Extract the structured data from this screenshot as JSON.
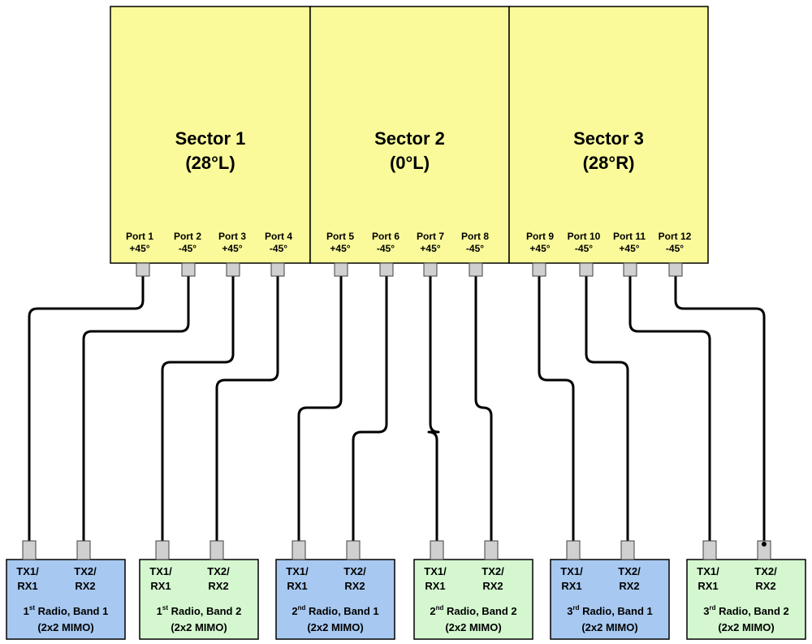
{
  "colors": {
    "sector_fill": "#fafa9a",
    "radio_band1_fill": "#a7c8f0",
    "radio_band2_fill": "#d4f7d0",
    "connector_fill": "#d0d0d0",
    "cable": "#000000"
  },
  "sectors": [
    {
      "name": "Sector 1",
      "angle": "(28°L)"
    },
    {
      "name": "Sector 2",
      "angle": "(0°L)"
    },
    {
      "name": "Sector 3",
      "angle": "(28°R)"
    }
  ],
  "ports": [
    {
      "label": "Port 1",
      "pol": "+45°"
    },
    {
      "label": "Port 2",
      "pol": "-45°"
    },
    {
      "label": "Port 3",
      "pol": "+45°"
    },
    {
      "label": "Port 4",
      "pol": "-45°"
    },
    {
      "label": "Port 5",
      "pol": "+45°"
    },
    {
      "label": "Port 6",
      "pol": "-45°"
    },
    {
      "label": "Port 7",
      "pol": "+45°"
    },
    {
      "label": "Port 8",
      "pol": "-45°"
    },
    {
      "label": "Port 9",
      "pol": "+45°"
    },
    {
      "label": "Port 10",
      "pol": "-45°"
    },
    {
      "label": "Port 11",
      "pol": "+45°"
    },
    {
      "label": "Port 12",
      "pol": "-45°"
    }
  ],
  "radios": [
    {
      "p1a": "TX1/",
      "p1b": "RX1",
      "p2a": "TX2/",
      "p2b": "RX2",
      "ord": "1",
      "ordsup": "st",
      "rest": " Radio, Band 1",
      "mimo": "(2x2 MIMO)",
      "band": 1
    },
    {
      "p1a": "TX1/",
      "p1b": "RX1",
      "p2a": "TX2/",
      "p2b": "RX2",
      "ord": "1",
      "ordsup": "st",
      "rest": " Radio, Band 2",
      "mimo": "(2x2 MIMO)",
      "band": 2
    },
    {
      "p1a": "TX1/",
      "p1b": "RX1",
      "p2a": "TX2/",
      "p2b": "RX2",
      "ord": "2",
      "ordsup": "nd",
      "rest": " Radio, Band 1",
      "mimo": "(2x2 MIMO)",
      "band": 1
    },
    {
      "p1a": "TX1/",
      "p1b": "RX1",
      "p2a": "TX2/",
      "p2b": "RX2",
      "ord": "2",
      "ordsup": "nd",
      "rest": " Radio, Band 2",
      "mimo": "(2x2 MIMO)",
      "band": 2
    },
    {
      "p1a": "TX1/",
      "p1b": "RX1",
      "p2a": "TX2/",
      "p2b": "RX2",
      "ord": "3",
      "ordsup": "rd",
      "rest": " Radio, Band 1",
      "mimo": "(2x2 MIMO)",
      "band": 1
    },
    {
      "p1a": "TX1/",
      "p1b": "RX1",
      "p2a": "TX2/",
      "p2b": "RX2",
      "ord": "3",
      "ordsup": "rd",
      "rest": " Radio, Band 2",
      "mimo": "(2x2 MIMO)",
      "band": 2
    }
  ],
  "connections": [
    {
      "port": "Port 1",
      "radio": 1,
      "radio_port": "TX1/RX1"
    },
    {
      "port": "Port 2",
      "radio": 1,
      "radio_port": "TX2/RX2"
    },
    {
      "port": "Port 3",
      "radio": 2,
      "radio_port": "TX1/RX1"
    },
    {
      "port": "Port 4",
      "radio": 2,
      "radio_port": "TX2/RX2"
    },
    {
      "port": "Port 5",
      "radio": 3,
      "radio_port": "TX1/RX1"
    },
    {
      "port": "Port 6",
      "radio": 3,
      "radio_port": "TX2/RX2"
    },
    {
      "port": "Port 7",
      "radio": 4,
      "radio_port": "TX1/RX1"
    },
    {
      "port": "Port 8",
      "radio": 4,
      "radio_port": "TX2/RX2"
    },
    {
      "port": "Port 9",
      "radio": 5,
      "radio_port": "TX1/RX1"
    },
    {
      "port": "Port 10",
      "radio": 5,
      "radio_port": "TX2/RX2"
    },
    {
      "port": "Port 11",
      "radio": 6,
      "radio_port": "TX1/RX1"
    },
    {
      "port": "Port 12",
      "radio": 6,
      "radio_port": "TX2/RX2"
    }
  ]
}
